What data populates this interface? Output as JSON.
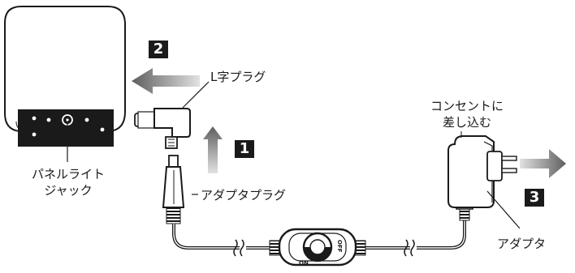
{
  "labels": {
    "l_plug": "L字プラグ",
    "adapter_plug": "アダプタプラグ",
    "panel_jack_line1": "パネルライト",
    "panel_jack_line2": "ジャック",
    "outlet_line1": "コンセントに",
    "outlet_line2": "差し込む",
    "adapter": "アダプタ",
    "switch_on": "ON",
    "switch_off": "OFF"
  },
  "steps": {
    "step1": "1",
    "step2": "2",
    "step3": "3"
  },
  "colors": {
    "ink": "#1a1a1a",
    "arrow_light": "#d8d8d8",
    "arrow_dark": "#6e6e6e"
  }
}
